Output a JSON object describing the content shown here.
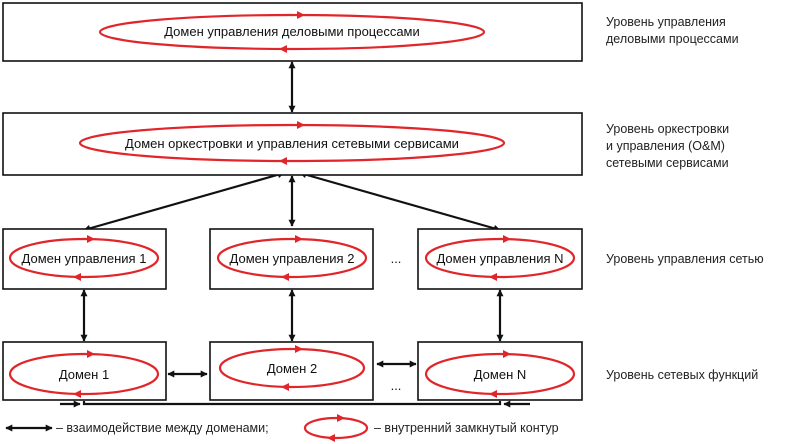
{
  "levels": {
    "business": [
      "Уровень управления",
      "деловыми процессами"
    ],
    "orchestration": [
      "Уровень оркестровки",
      "и управления (O&M)",
      "сетевыми сервисами"
    ],
    "network_mgmt": [
      "Уровень управления сетью"
    ],
    "network_functions": [
      "Уровень сетевых функций"
    ]
  },
  "domains": {
    "business": "Домен управления деловыми процессами",
    "orchestration": "Домен оркестровки и управления сетевыми сервисами",
    "mgmt_1": "Домен управления 1",
    "mgmt_2": "Домен управления 2",
    "mgmt_n": "Домен управления N",
    "func_1": "Домен 1",
    "func_2": "Домен 2",
    "func_n": "Домен N"
  },
  "ellipsis": "...",
  "legend": {
    "interaction": "– взаимодействие между доменами;",
    "loop": "– внутренний замкнутый контур"
  },
  "colors": {
    "loop": "#e0262a",
    "line": "#111111"
  }
}
